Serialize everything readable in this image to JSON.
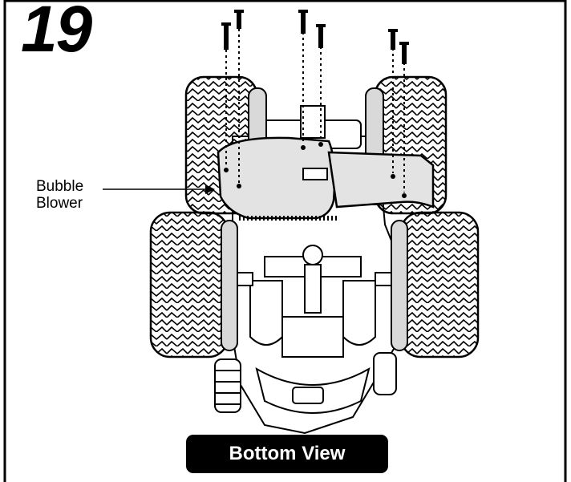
{
  "step": {
    "number": "19"
  },
  "callout": {
    "line1": "Bubble",
    "line2": "Blower"
  },
  "view": {
    "label": "Bottom View"
  },
  "colors": {
    "ink": "#000000",
    "paper": "#ffffff",
    "part_fill": "#e3e3e3",
    "wheel_hub": "#d9d9d9"
  },
  "screws": {
    "count": 6
  }
}
